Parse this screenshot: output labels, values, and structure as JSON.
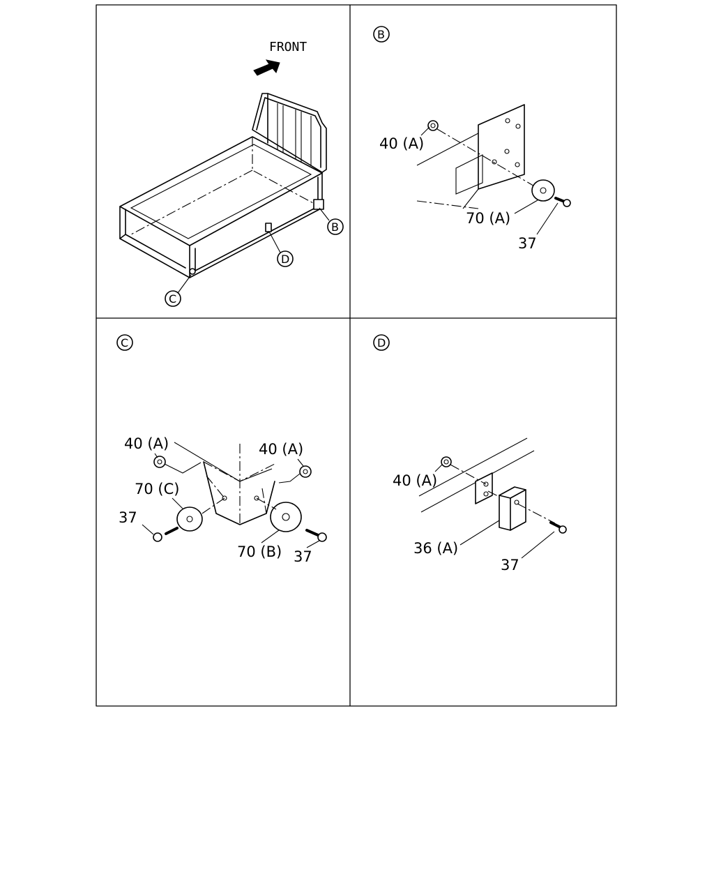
{
  "overview": {
    "front_label": "FRONT",
    "callout_b": "B",
    "callout_c": "C",
    "callout_d": "D"
  },
  "detail_b": {
    "title": "B",
    "part_40a": "40 (A)",
    "part_70a": "70 (A)",
    "part_37": "37"
  },
  "detail_c": {
    "title": "C",
    "part_40a_left": "40 (A)",
    "part_40a_right": "40 (A)",
    "part_70c": "70 (C)",
    "part_70b": "70 (B)",
    "part_37_left": "37",
    "part_37_right": "37"
  },
  "detail_d": {
    "title": "D",
    "part_40a": "40 (A)",
    "part_36a": "36 (A)",
    "part_37": "37"
  }
}
